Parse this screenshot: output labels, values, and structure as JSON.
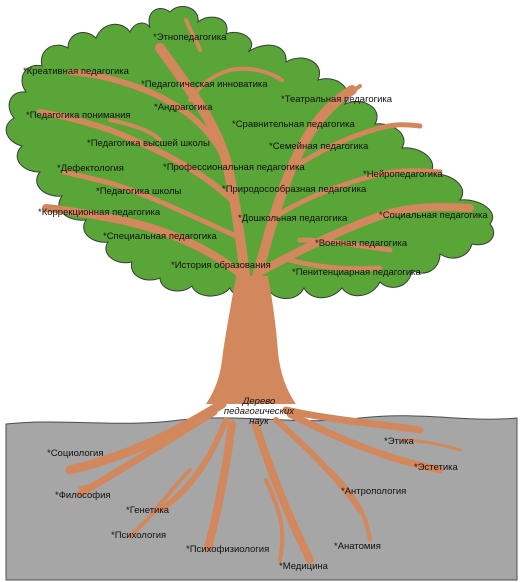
{
  "trunk_label": [
    "Дерево",
    "педагогических",
    "наук"
  ],
  "crown_labels": [
    "*Этнопедагогика",
    "*Креативная педагогика",
    "*Педагогическая инноватика",
    "*Андрагогика",
    "*Театральная педагогика",
    "*Педагогика понимания",
    "*Сравнительная педагогика",
    "*Педагогика высшей школы",
    "*Семейная педагогика",
    "*Дефектология",
    "*Профессиональная педагогика",
    "*Нейропедагогика",
    "*Педагогика школы",
    "*Природосообразная педагогика",
    "*Коррекционная педагогика",
    "*Дошкольная педагогика",
    "*Социальная педагогика",
    "*Специальная педагогика",
    "*Военная педагогика",
    "*История образования",
    "*Пенитенциарная педагогика"
  ],
  "root_labels": [
    "*Этика",
    "*Социология",
    "*Эстетика",
    "*Антропология",
    "*Философия",
    "*Генетика",
    "*Психология",
    "*Анатомия",
    "*Психофизиология",
    "*Медицина"
  ],
  "colors": {
    "crown": "#5aa537",
    "crown_outline": "#3b3b3b",
    "wood": "#d2875c",
    "ground": "#a6a6a6",
    "ground_outline": "#4d4d4d"
  }
}
